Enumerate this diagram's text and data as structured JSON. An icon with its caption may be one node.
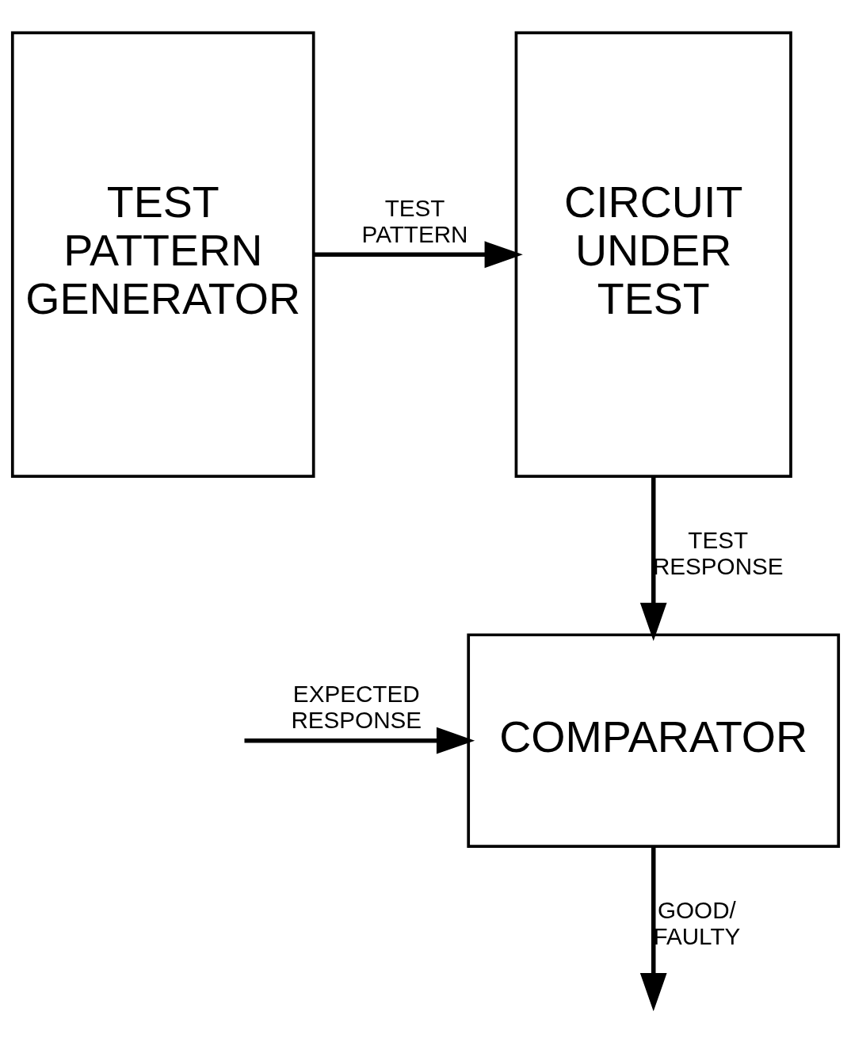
{
  "diagram": {
    "nodes": [
      {
        "text": [
          "TEST PATTERN GENERATOR"
        ]
      },
      {
        "text": [
          "CIRCUIT UNDER TEST"
        ]
      },
      {
        "text": [
          "COMPARATOR"
        ]
      }
    ],
    "edges": [
      {
        "from": 0,
        "to": 1,
        "arrow": "to",
        "label": "TEST PATTERN"
      },
      {
        "from": 1,
        "to": 2,
        "arrow": "to",
        "label": "TEST RESPONSE"
      },
      {
        "from": null,
        "to": 2,
        "arrow": "to",
        "label": "EXPECTED RESPONSE"
      },
      {
        "from": 2,
        "to": null,
        "arrow": "to",
        "label": "GOOD/ FAULTY"
      }
    ]
  }
}
